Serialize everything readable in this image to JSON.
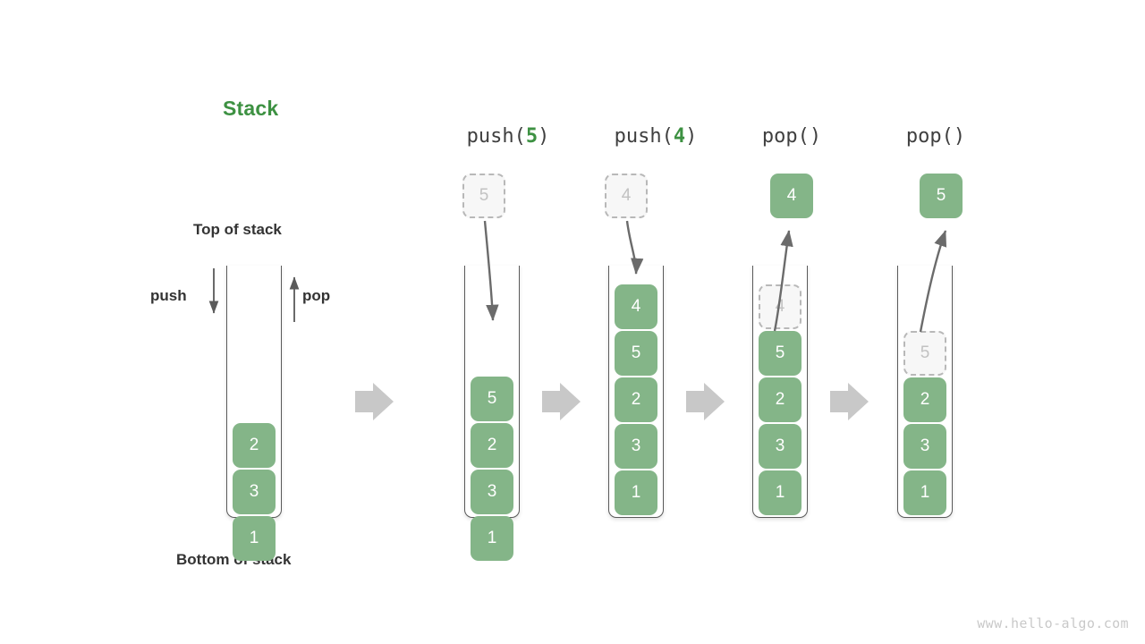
{
  "diagram": {
    "title": "Stack",
    "title_color": "#3d9142",
    "accent_color": "#84b588",
    "ghost_color": "#c2c2c2",
    "arrow_color": "#6b6b6b",
    "flow_arrow_color": "#c8c8c8",
    "watermark": "www.hello-algo.com"
  },
  "annotations": {
    "top_of_stack": "Top of stack",
    "bottom_of_stack": "Bottom of stack",
    "push": "push",
    "pop": "pop"
  },
  "steps": [
    {
      "id": "initial",
      "caption": "",
      "caption_prefix": "",
      "caption_value": "",
      "caption_suffix": "",
      "cells": [
        "2",
        "3",
        "1"
      ],
      "floating": null
    },
    {
      "id": "push-5",
      "caption": "push(5)",
      "caption_prefix": "push(",
      "caption_value": "5",
      "caption_suffix": ")",
      "cells": [
        "5",
        "2",
        "3",
        "1"
      ],
      "floating": {
        "label": "5",
        "style": "ghost",
        "direction": "in"
      }
    },
    {
      "id": "push-4",
      "caption": "push(4)",
      "caption_prefix": "push(",
      "caption_value": "4",
      "caption_suffix": ")",
      "cells": [
        "4",
        "5",
        "2",
        "3",
        "1"
      ],
      "floating": {
        "label": "4",
        "style": "ghost",
        "direction": "in"
      }
    },
    {
      "id": "pop-1",
      "caption": "pop()",
      "caption_prefix": "pop(",
      "caption_value": "",
      "caption_suffix": ")",
      "cells": [
        "4",
        "5",
        "2",
        "3",
        "1"
      ],
      "ghost_index": 0,
      "floating": {
        "label": "4",
        "style": "solid",
        "direction": "out"
      }
    },
    {
      "id": "pop-2",
      "caption": "pop()",
      "caption_prefix": "pop(",
      "caption_value": "",
      "caption_suffix": ")",
      "cells": [
        "5",
        "2",
        "3",
        "1"
      ],
      "ghost_index": 0,
      "floating": {
        "label": "5",
        "style": "solid",
        "direction": "out"
      }
    }
  ],
  "stack0": {
    "c0": "2",
    "c1": "3",
    "c2": "1"
  },
  "stack1": {
    "ghost": "5",
    "c0": "5",
    "c1": "2",
    "c2": "3",
    "c3": "1"
  },
  "stack2": {
    "ghost": "4",
    "c0": "4",
    "c1": "5",
    "c2": "2",
    "c3": "3",
    "c4": "1"
  },
  "stack3": {
    "floating": "4",
    "g0": "4",
    "c1": "5",
    "c2": "2",
    "c3": "3",
    "c4": "1"
  },
  "stack4": {
    "floating": "5",
    "g0": "5",
    "c1": "2",
    "c2": "3",
    "c3": "1"
  },
  "captions": {
    "push5_prefix": "push(",
    "push5_value": "5",
    "push5_suffix": ")",
    "push4_prefix": "push(",
    "push4_value": "4",
    "push4_suffix": ")",
    "pop1": "pop()",
    "pop2": "pop()"
  }
}
